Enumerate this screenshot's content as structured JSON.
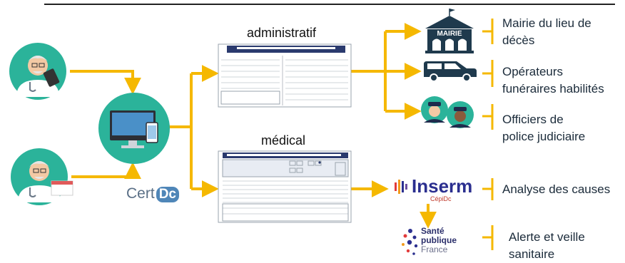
{
  "colors": {
    "arrow": "#f5b800",
    "circle": "#2bb39a",
    "form_header": "#2a3a6e",
    "icon_dark": "#1f3a4d",
    "inserm_blue": "#2b2f8f"
  },
  "source": {
    "doctor_tablet_icon": "doctor-with-tablet-icon",
    "doctor_paper_icon": "doctor-with-paper-form-icon",
    "computer_icon": "computer-and-smartphone-icon",
    "app_name_part1": "Cert",
    "app_name_part2": "Dc"
  },
  "sections": {
    "administratif": "administratif",
    "medical": "médical"
  },
  "destinations": [
    {
      "icon": "town-hall-icon",
      "icon_text": "MAIRIE",
      "label": "Mairie du lieu de\ndécès"
    },
    {
      "icon": "hearse-icon",
      "label": "Opérateurs\nfunéraires habilités"
    },
    {
      "icon": "police-officers-icon",
      "label": "Officiers de\npolice judiciaire"
    },
    {
      "icon": "inserm-logo-icon",
      "logo_text": "Inserm",
      "logo_sub": "CépiDc",
      "label": "Analyse des causes"
    },
    {
      "icon": "sante-publique-france-logo-icon",
      "logo_lines": "Santé\npublique",
      "logo_sub": "France",
      "label": "Alerte et veille\nsanitaire"
    }
  ]
}
